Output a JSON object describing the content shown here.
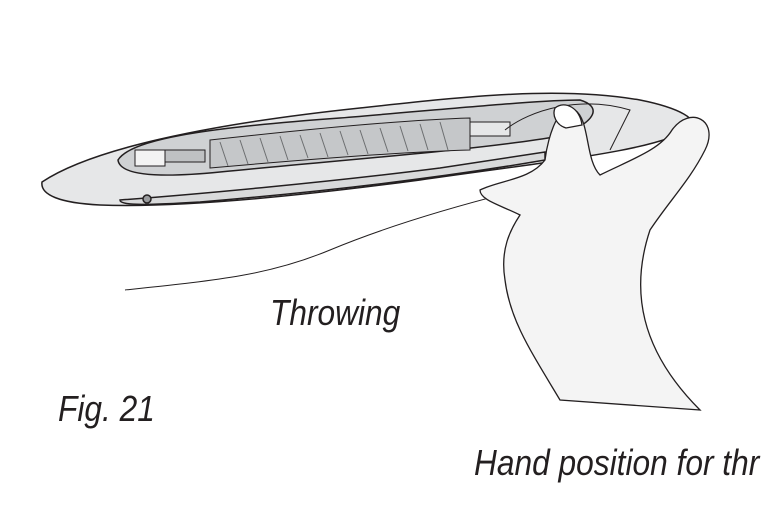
{
  "figure": {
    "caption_throwing": "Throwing",
    "figure_number": "Fig. 21",
    "caption_hand": "Hand position for thr"
  }
}
